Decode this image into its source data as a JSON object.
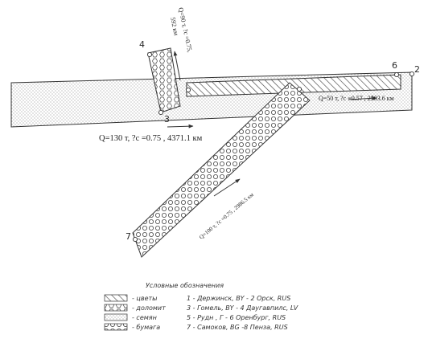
{
  "flows": {
    "top": "Q=90 т, ?с =0.75,",
    "top_km": "592 км",
    "right": "Q=50 т, ?с =0.57 , 2503.6 км",
    "main": "Q=130 т, ?с =0.75 , 4371.1 км",
    "diag": "Q=100 т, ?с =0.75 , 2986.5 км"
  },
  "nodes": [
    "2",
    "3",
    "4",
    "6",
    "7"
  ],
  "legend": {
    "title": "Условные обозначения",
    "items": [
      {
        "pattern": "hatch",
        "label": "- цветы"
      },
      {
        "pattern": "hexagon",
        "label": "- доломит"
      },
      {
        "pattern": "dots",
        "label": "- семян"
      },
      {
        "pattern": "circles",
        "label": "- бумага"
      }
    ],
    "routes": [
      "1 - Держинск, BY - 2 Орск, RUS",
      "3 - Гомель, BY - 4 Даугавпилс, LV",
      "5 - Рудн , Г - 6 Оренбург, RUS",
      "7 - Самоков, BG -8 Пенза, RUS"
    ]
  },
  "colors": {
    "line": "#333333",
    "pattern": "#555555"
  }
}
